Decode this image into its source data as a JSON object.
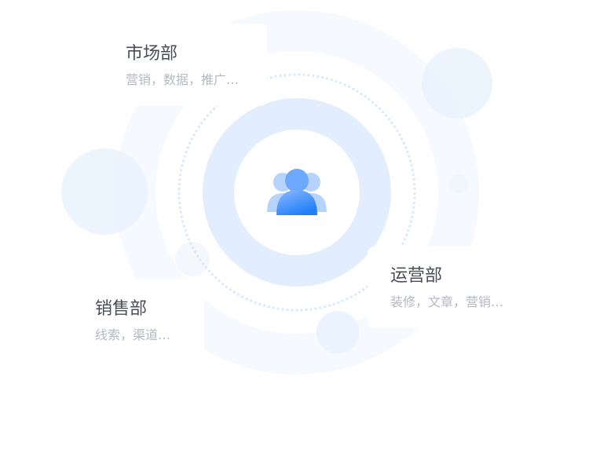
{
  "center": {
    "icon": "users-group-icon"
  },
  "departments": [
    {
      "title": "市场部",
      "desc": "营销，数据，推广…"
    },
    {
      "title": "销售部",
      "desc": "线索，渠道…"
    },
    {
      "title": "运营部",
      "desc": "装修，文章，营销…"
    }
  ],
  "colors": {
    "accent": "#2f86fb",
    "ring": "#e2eefd",
    "bubble": "#eaf3fe",
    "title": "#4a4d55",
    "desc": "#b5b8c0"
  }
}
